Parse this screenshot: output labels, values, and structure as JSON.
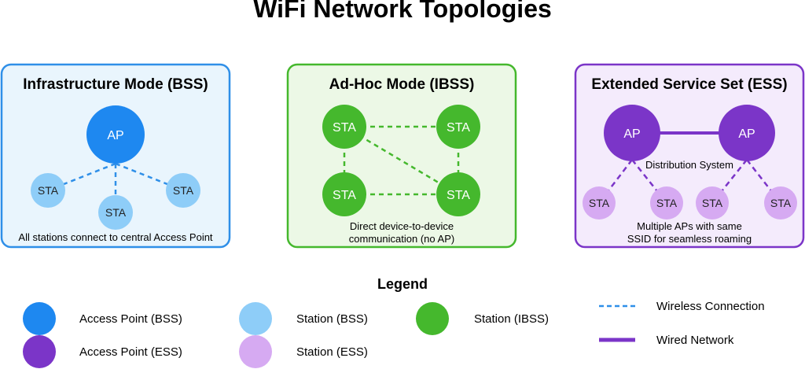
{
  "title": "WiFi Network Topologies",
  "colors": {
    "ap_bss": "#1e88f0",
    "sta_bss": "#8ecdf8",
    "sta_ibss": "#45b82d",
    "ap_ess": "#7b35c8",
    "sta_ess": "#d6aaf2",
    "wireless_line": "#2f8fe8",
    "ibss_line": "#45b82d",
    "ess_line": "#7b35c8"
  },
  "panels": {
    "bss": {
      "title": "Infrastructure Mode (BSS)",
      "ap_label": "AP",
      "sta_label": "STA",
      "caption": "All stations connect to central Access Point"
    },
    "ibss": {
      "title": "Ad-Hoc Mode (IBSS)",
      "sta_label": "STA",
      "caption_line1": "Direct device-to-device",
      "caption_line2": "communication (no AP)"
    },
    "ess": {
      "title": "Extended Service Set (ESS)",
      "ap_label": "AP",
      "sta_label": "STA",
      "ds_label": "Distribution System",
      "caption_line1": "Multiple APs with same",
      "caption_line2": "SSID for seamless roaming"
    }
  },
  "legend": {
    "title": "Legend",
    "ap_bss": "Access Point (BSS)",
    "sta_bss": "Station (BSS)",
    "sta_ibss": "Station (IBSS)",
    "ap_ess": "Access Point (ESS)",
    "sta_ess": "Station (ESS)",
    "wireless": "Wireless Connection",
    "wired": "Wired Network"
  }
}
